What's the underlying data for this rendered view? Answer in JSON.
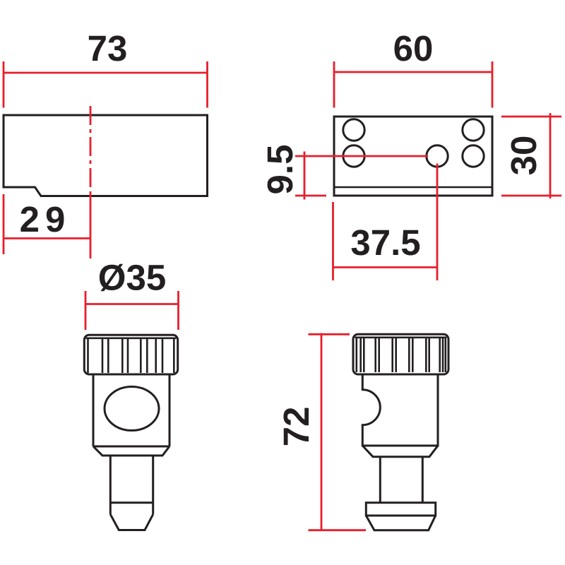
{
  "drawing": {
    "kind": "technical-dimension-drawing",
    "colors": {
      "outline": "#231f20",
      "dimension": "#e81e2b",
      "background": "#ffffff"
    },
    "dimensions": {
      "body_width": "73",
      "body_notch_width": "29",
      "plate_width": "60",
      "plate_height": "30",
      "hole_offset_vertical": "9.5",
      "hole_offset_horizontal": "37.5",
      "cap_diameter": "Ø35",
      "overall_height": "72"
    }
  }
}
